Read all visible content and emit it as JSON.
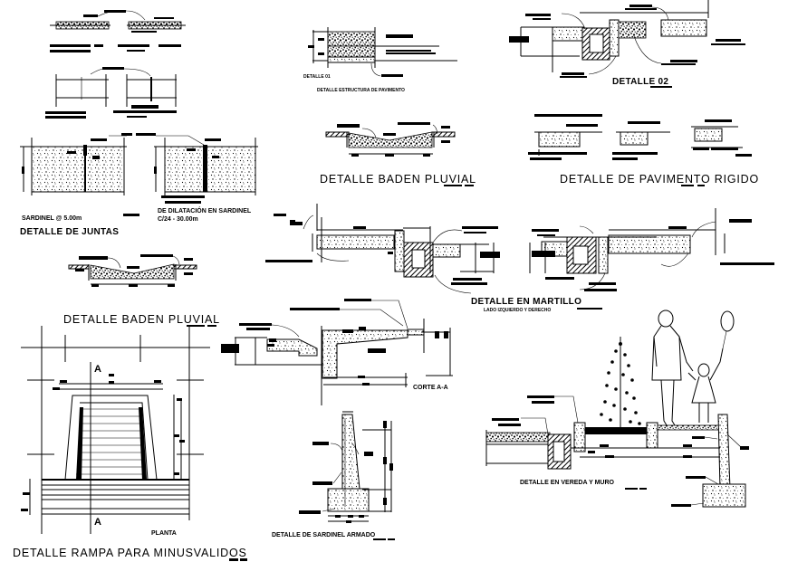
{
  "sheet": {
    "theme": {
      "ink": "#000000",
      "paper": "#ffffff"
    },
    "details": {
      "juntas": {
        "title": "DETALLE DE JUNTAS",
        "note_left": "SARDINEL @ 5.00m",
        "note_right_1": "DE DILATACIÓN EN SARDINEL",
        "note_right_2": "C/24 - 30.00m"
      },
      "estructura_pavimento": {
        "tag": "DETALLE 01",
        "title": "DETALLE ESTRUCTURA DE PAVIMENTO"
      },
      "baden_pluvial_center": {
        "title": "DETALLE BADEN PLUVIAL"
      },
      "baden_pluvial_left": {
        "title": "DETALLE BADEN PLUVIAL"
      },
      "detalle_02": {
        "title": "DETALLE  02"
      },
      "pavimento_rigido": {
        "title": "DETALLE DE PAVIMENTO RIGIDO"
      },
      "martillo": {
        "title": "DETALLE  EN MARTILLO",
        "subtitle": "LADO IZQUIERDO Y DERECHO"
      },
      "rampa": {
        "title": "DETALLE RAMPA PARA MINUSVALIDOS",
        "plan_label": "PLANTA",
        "section_mark_top": "A",
        "section_mark_bottom": "A"
      },
      "corte": {
        "title": "CORTE A-A"
      },
      "sardinel_armado": {
        "title": "DETALLE DE SARDINEL ARMADO"
      },
      "vereda_muro": {
        "title": "DETALLE EN VEREDA Y MURO"
      }
    }
  }
}
